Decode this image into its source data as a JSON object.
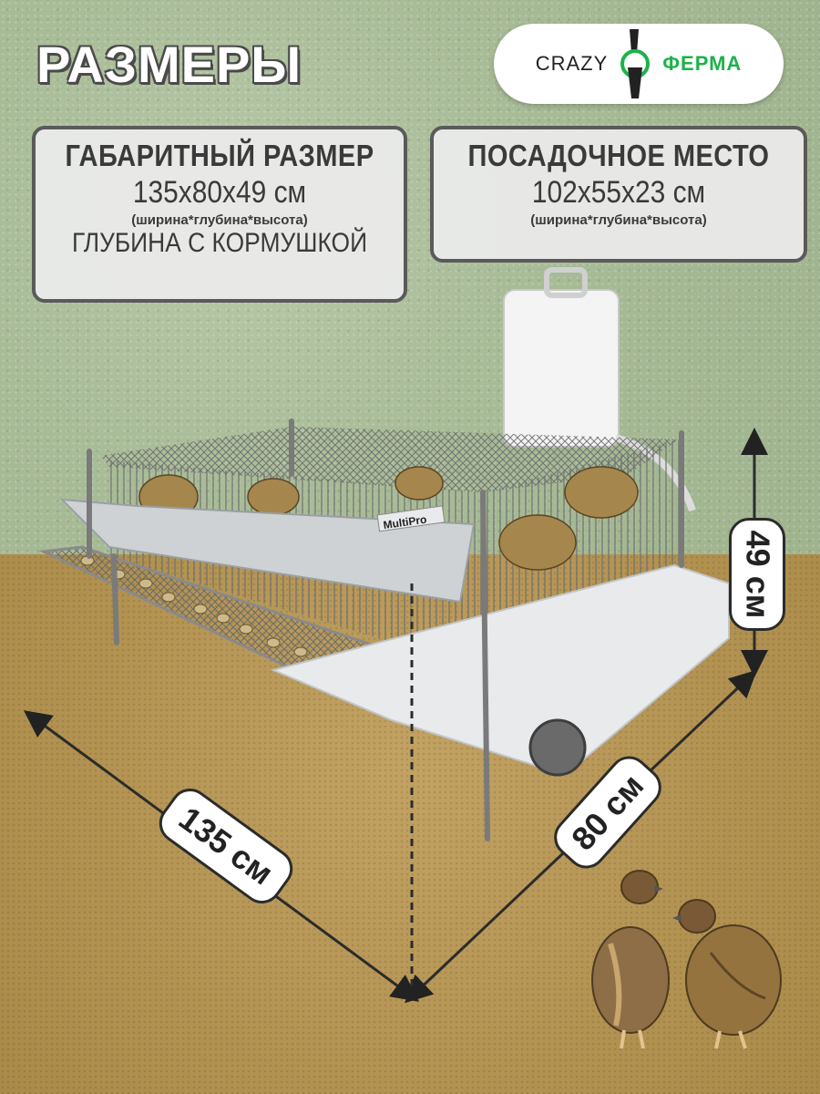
{
  "header": {
    "title": "РАЗМЕРЫ"
  },
  "logo": {
    "part1": "CRAZY",
    "part2": "ФЕРМА",
    "icon": "quail-logo-icon"
  },
  "overall_size": {
    "heading": "ГАБАРИТНЫЙ РАЗМЕР",
    "dimensions": "135x80x49 см",
    "note": "(ширина*глубина*высота)",
    "extra": "ГЛУБИНА С КОРМУШКОЙ"
  },
  "seat_area": {
    "heading": "ПОСАДОЧНОЕ МЕСТО",
    "dimensions": "102x55x23 см",
    "note": "(ширина*глубина*высота)"
  },
  "measurements": {
    "width": "135 см",
    "depth": "80 см",
    "height": "49 см"
  },
  "product": {
    "brand_label": "MultiPro"
  },
  "colors": {
    "accent": "#1db24a",
    "border": "#5a5a5a",
    "sky": "#a9bc98",
    "ground": "#b39352"
  }
}
